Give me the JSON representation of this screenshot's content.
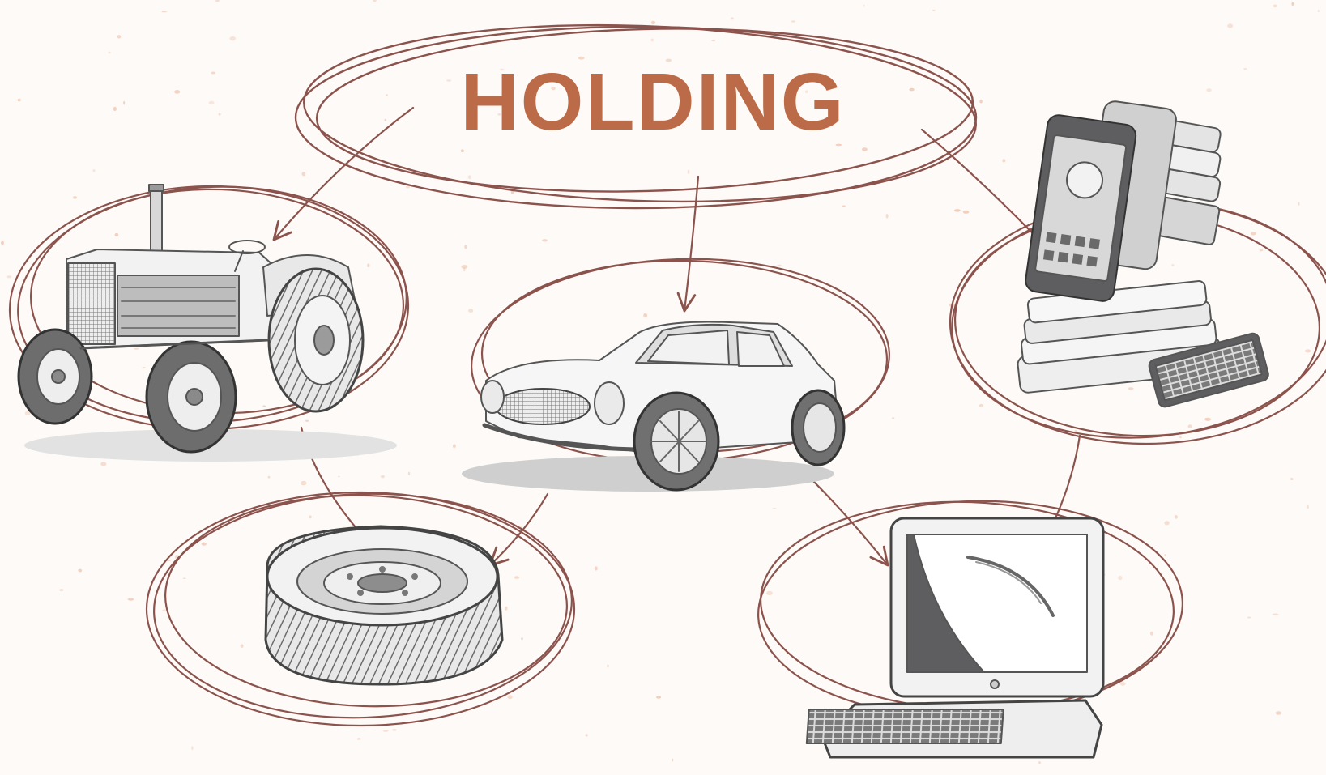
{
  "title": "HOLDING",
  "colors": {
    "background": "#fdfaf7",
    "title": "#bb6b47",
    "ellipse_stroke": "#8c534d",
    "sketch": "#555555",
    "speckle": "#f0c9b5"
  },
  "nodes": [
    {
      "id": "tractor",
      "icon": "tractor-icon"
    },
    {
      "id": "car",
      "icon": "car-icon"
    },
    {
      "id": "phones",
      "icon": "phones-icon"
    },
    {
      "id": "tire",
      "icon": "tire-icon"
    },
    {
      "id": "laptop",
      "icon": "laptop-icon"
    }
  ],
  "edges": [
    {
      "from": "holding",
      "to": "tractor"
    },
    {
      "from": "holding",
      "to": "car"
    },
    {
      "from": "holding",
      "to": "phones"
    },
    {
      "from": "tractor",
      "to": "tire"
    },
    {
      "from": "car",
      "to": "tire"
    },
    {
      "from": "car",
      "to": "laptop"
    },
    {
      "from": "phones",
      "to": "laptop"
    }
  ]
}
